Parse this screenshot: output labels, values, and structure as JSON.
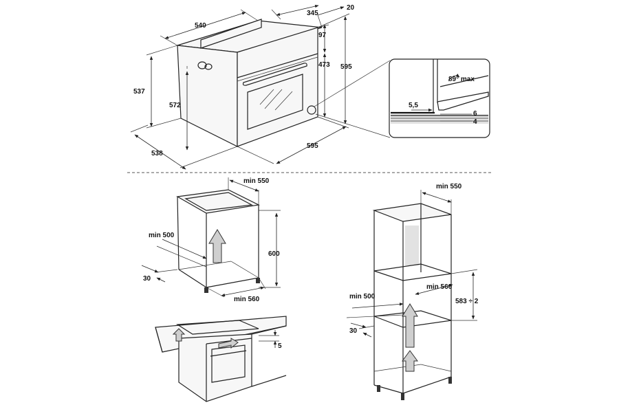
{
  "oven": {
    "width_top": "540",
    "depth_top": "345",
    "gap_top": "20",
    "panel_h": "97",
    "front_h": "473",
    "overall_h": "595",
    "body_h": "537",
    "side_h": "572",
    "depth_bottom": "538",
    "width_bottom": "595"
  },
  "detail": {
    "angle": "89° max",
    "gap": "5,5",
    "dim_a": "6",
    "dim_b": "4"
  },
  "under_counter": {
    "top_depth": "min 550",
    "vent_depth": "min 500",
    "height": "600",
    "width": "min 560",
    "offset": "30"
  },
  "column": {
    "top_depth": "min 550",
    "width": "min 560",
    "height": "583 ÷ 2",
    "vent_depth": "min 500",
    "offset": "30"
  },
  "hob": {
    "gap": "5"
  }
}
